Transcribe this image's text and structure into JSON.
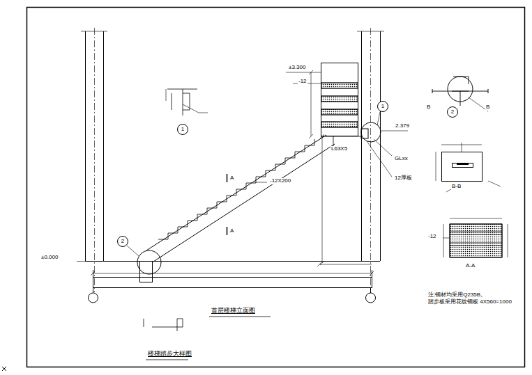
{
  "diagram": {
    "nodes": [
      {
        "text": [
          "1"
        ]
      },
      {
        "text": [
          "2"
        ]
      },
      {
        "text": [
          "1"
        ]
      },
      {
        "text": [
          "2"
        ]
      }
    ],
    "labels": [
      "±3.300",
      "-12",
      "2.379",
      "L63X5",
      "GLxx",
      "12厚板",
      "-12X200",
      "A",
      "A",
      "±0.000",
      "B",
      "B",
      "B-B",
      "-12",
      "A-A",
      "首层楼梯立面图",
      "楼梯踏步大样图",
      "注:钢材均采用Q235B。",
      "踏步板采用花纹钢板 4X560=1000"
    ]
  }
}
